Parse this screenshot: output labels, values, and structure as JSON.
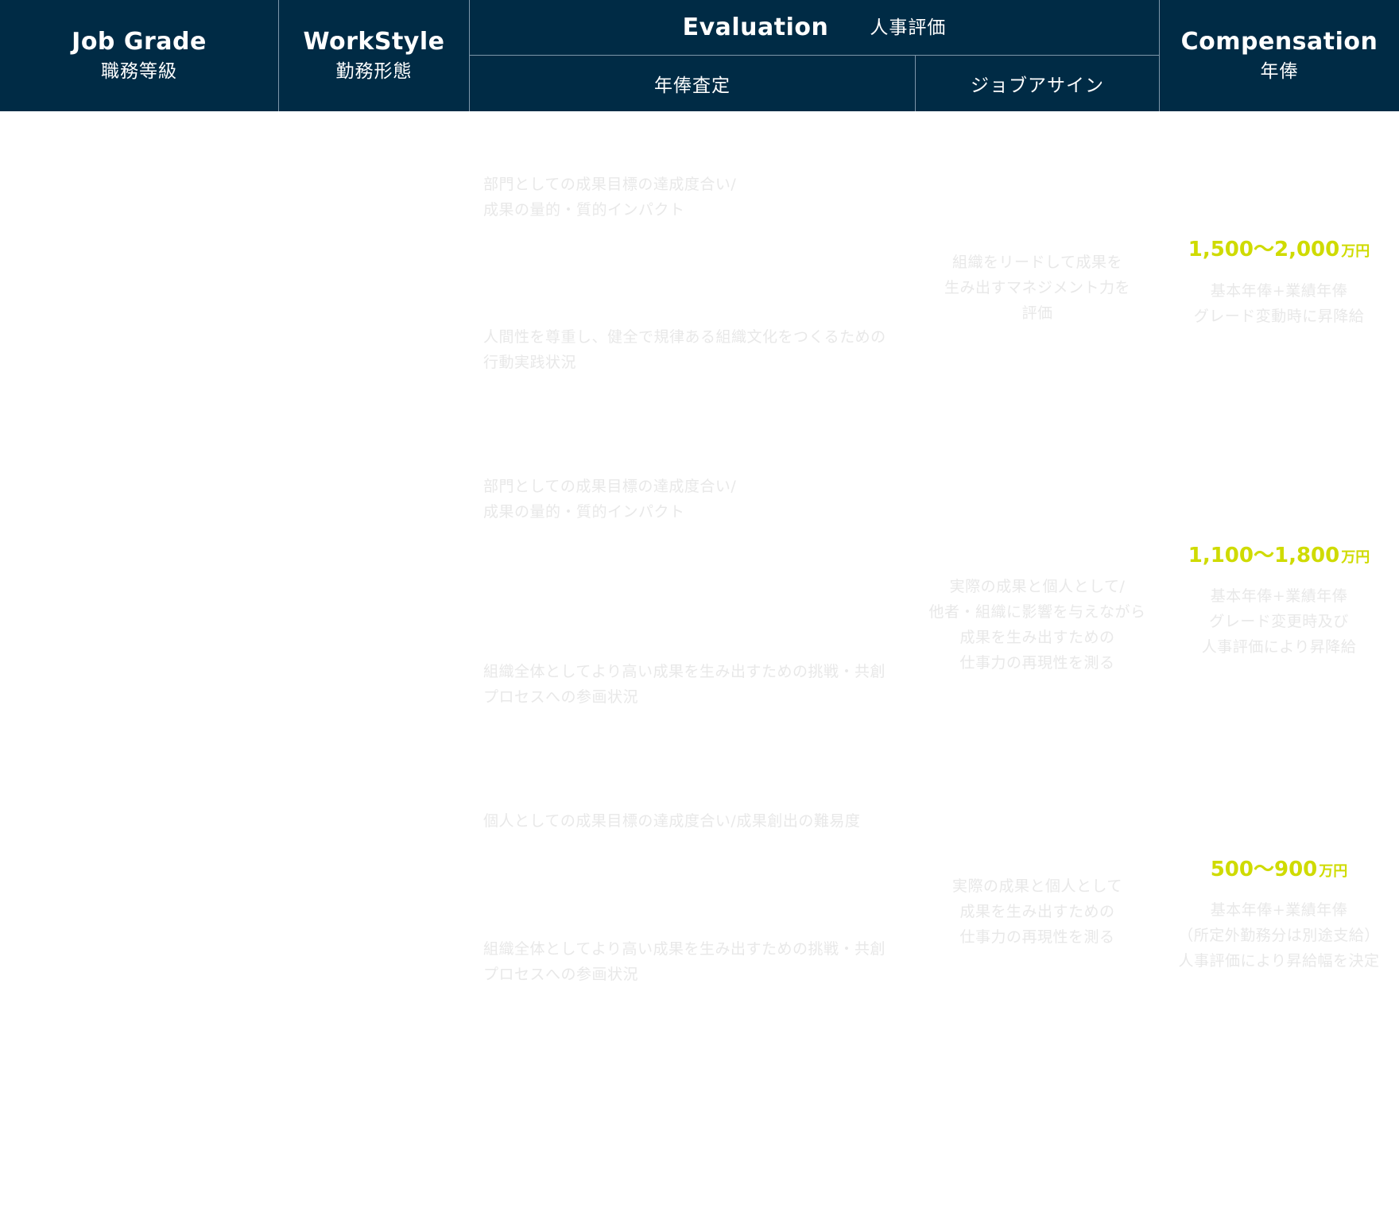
{
  "header": {
    "job_grade": {
      "en": "Job Grade",
      "jp": "職務等級"
    },
    "workstyle": {
      "en": "WorkStyle",
      "jp": "勤務形態"
    },
    "evaluation": {
      "en": "Evaluation",
      "jp": "人事評価",
      "sub_annual": "年俸査定",
      "sub_job_assign": "ジョブアサイン"
    },
    "compensation": {
      "en": "Compensation",
      "jp": "年俸"
    }
  },
  "rows": [
    {
      "annual_review": [
        "部門としての成果目標の達成度合い/\n成果の量的・質的インパクト",
        "人間性を尊重し、健全で規律ある組織文化をつくるための\n行動実践状況"
      ],
      "job_assign": "組織をリードして成果を\n生み出すマネジメント力を\n評価",
      "salary_range": "1,500〜2,000",
      "salary_unit": "万円",
      "salary_note": "基本年俸+業績年俸\nグレード変動時に昇降給"
    },
    {
      "annual_review": [
        "部門としての成果目標の達成度合い/\n成果の量的・質的インパクト",
        "組織全体としてより高い成果を生み出すための挑戦・共創\nプロセスへの参画状況"
      ],
      "job_assign": "実際の成果と個人として/\n他者・組織に影響を与えながら\n成果を生み出すための\n仕事力の再現性を測る",
      "salary_range": "1,100〜1,800",
      "salary_unit": "万円",
      "salary_note": "基本年俸+業績年俸\nグレード変更時及び\n人事評価により昇降給"
    },
    {
      "annual_review": [
        "個人としての成果目標の達成度合い/成果創出の難易度",
        "組織全体としてより高い成果を生み出すための挑戦・共創\nプロセスへの参画状況"
      ],
      "job_assign": "実際の成果と個人として\n成果を生み出すための\n仕事力の再現性を測る",
      "salary_range": "500〜900",
      "salary_unit": "万円",
      "salary_note": "基本年俸+業績年俸\n（所定外勤務分は別途支給）\n人事評価により昇給幅を決定"
    }
  ]
}
